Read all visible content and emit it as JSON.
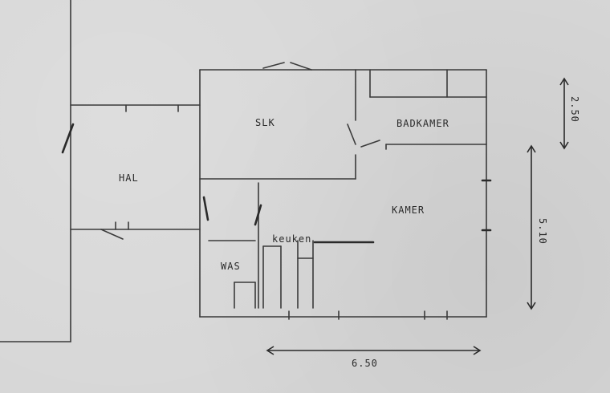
{
  "plan": {
    "rooms": {
      "slk": "SLK",
      "badkamer": "BADKAMER",
      "hal": "HAL",
      "kamer": "KAMER",
      "keuken": "keuken",
      "was": "WAS"
    },
    "dimensions": {
      "width": "6.50",
      "height": "5.10",
      "bath_depth": "2.50"
    }
  }
}
